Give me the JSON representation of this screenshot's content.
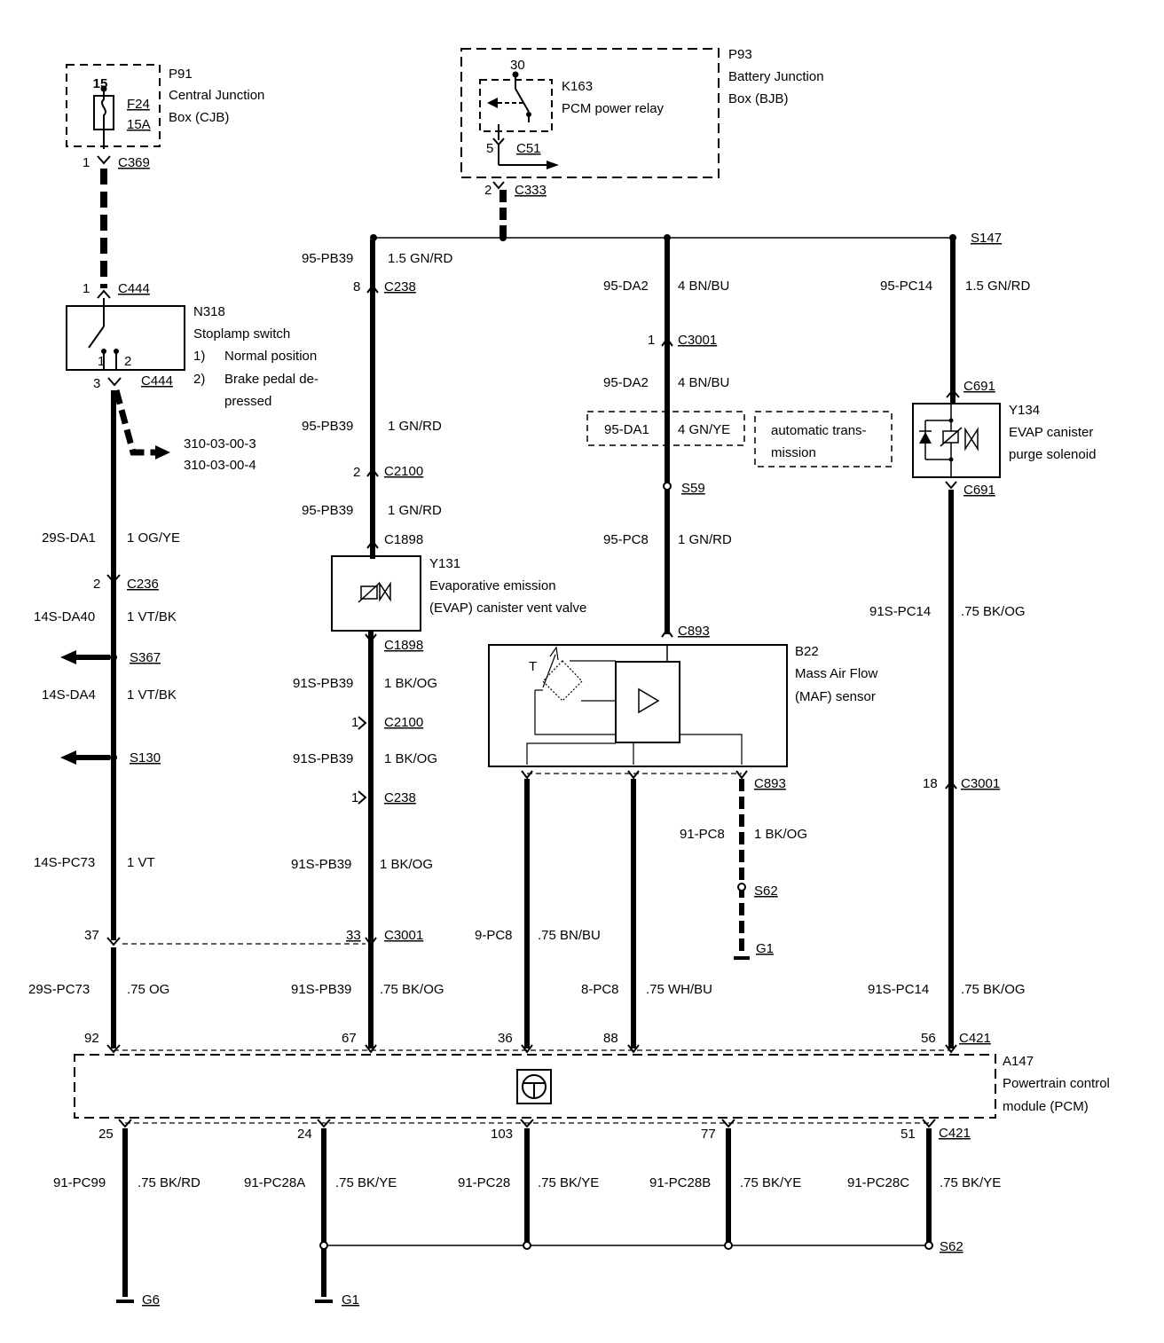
{
  "components": {
    "cjb": {
      "id": "P91",
      "name_line1": "Central Junction",
      "name_line2": "Box (CJB)",
      "pin": "15",
      "fuse_id": "F24",
      "fuse_rating": "15A",
      "conn_pin": "1",
      "conn": "C369"
    },
    "bjb": {
      "id": "P93",
      "name_line1": "Battery Junction",
      "name_line2": "Box (BJB)",
      "relay_pin_top": "30",
      "relay_id": "K163",
      "relay_name": "PCM power relay",
      "pin_c51": "5",
      "conn_c51": "C51",
      "conn_pin": "2",
      "conn": "C333"
    },
    "stoplamp": {
      "id": "N318",
      "name": "Stoplamp switch",
      "note1_num": "1)",
      "note1": "Normal position",
      "note2_num": "2)",
      "note2_line1": "Brake pedal de-",
      "note2_line2": "pressed",
      "pin_top": "1",
      "conn_top": "C444",
      "pin_a": "1",
      "pin_b": "2",
      "pin_bottom": "3",
      "conn_bottom": "C444"
    },
    "vent_valve": {
      "id": "Y131",
      "name_line1": "Evaporative emission",
      "name_line2": "(EVAP) canister vent valve",
      "conn_top": "C1898",
      "conn_bottom": "C1898"
    },
    "purge": {
      "id": "Y134",
      "name_line1": "EVAP canister",
      "name_line2": "purge solenoid",
      "conn_top": "C691",
      "conn_bottom": "C691"
    },
    "maf": {
      "id": "B22",
      "name_line1": "Mass Air Flow",
      "name_line2": "(MAF) sensor",
      "conn_top": "C893",
      "conn_bottom": "C893",
      "thermo_label": "T"
    },
    "pcm": {
      "id": "A147",
      "name_line1": "Powertrain control",
      "name_line2": "module (PCM)"
    }
  },
  "page_refs": [
    "310-03-00-3",
    "310-03-00-4"
  ],
  "auto_trans_note_line1": "automatic trans-",
  "auto_trans_note_line2": "mission",
  "splices": {
    "s147": "S147",
    "s59": "S59",
    "s62": "S62",
    "s367": "S367",
    "s130": "S130",
    "s62_bottom": "S62"
  },
  "grounds": {
    "g1_top": "G1",
    "g6": "G6",
    "g1_bottom": "G1"
  },
  "wires": {
    "w1_circuit": "29S-DA1",
    "w1_size": "1 OG/YE",
    "w1_pin": "2",
    "w1_conn": "C236",
    "w2_circuit": "14S-DA40",
    "w2_size": "1 VT/BK",
    "w3_circuit": "14S-DA4",
    "w3_size": "1 VT/BK",
    "w4_circuit": "14S-PC73",
    "w4_size": "1 VT",
    "w4_pin": "37",
    "w5_circuit": "29S-PC73",
    "w5_size": ".75 OG",
    "w5_pin": "92",
    "p1_circuit": "95-PB39",
    "p1_size": "1.5 GN/RD",
    "p1_pin": "8",
    "p1_conn": "C238",
    "p2_circuit": "95-PB39",
    "p2_size": "1 GN/RD",
    "p2_pin": "2",
    "p2_conn": "C2100",
    "p3_circuit": "95-PB39",
    "p3_size": "1 GN/RD",
    "p4_circuit": "91S-PB39",
    "p4_size": "1 BK/OG",
    "p4_pin": "1",
    "p4_conn": "C2100",
    "p5_circuit": "91S-PB39",
    "p5_size": "1 BK/OG",
    "p5_pin": "1",
    "p5_conn": "C238",
    "p6_circuit": "91S-PB39",
    "p6_size": "1 BK/OG",
    "p6_pin": "33",
    "p6_conn": "C3001",
    "p7_circuit": "91S-PB39",
    "p7_size": ".75 BK/OG",
    "p7_pin": "67",
    "d1_circuit": "95-DA2",
    "d1_size": "4 BN/BU",
    "d1_pin": "1",
    "d1_conn": "C3001",
    "d2_circuit": "95-DA2",
    "d2_size": "4 BN/BU",
    "d3_circuit": "95-DA1",
    "d3_size": "4 GN/YE",
    "d4_circuit": "95-PC8",
    "d4_size": "1 GN/RD",
    "m1_circuit": "9-PC8",
    "m1_size": ".75 BN/BU",
    "m1_pin": "36",
    "m2_circuit": "8-PC8",
    "m2_size": ".75 WH/BU",
    "m2_pin": "88",
    "m3_circuit": "91-PC8",
    "m3_size": "1 BK/OG",
    "r1_circuit": "95-PC14",
    "r1_size": "1.5 GN/RD",
    "r2_circuit": "91S-PC14",
    "r2_size": ".75 BK/OG",
    "r2_pin": "18",
    "r2_conn": "C3001",
    "r3_circuit": "91S-PC14",
    "r3_size": ".75 BK/OG",
    "r3_pin": "56",
    "r3_conn": "C421"
  },
  "pcm_outputs": [
    {
      "pin": "25",
      "circuit": "91-PC99",
      "size": ".75 BK/RD"
    },
    {
      "pin": "24",
      "circuit": "91-PC28A",
      "size": ".75 BK/YE"
    },
    {
      "pin": "103",
      "circuit": "91-PC28",
      "size": ".75 BK/YE"
    },
    {
      "pin": "77",
      "circuit": "91-PC28B",
      "size": ".75 BK/YE"
    },
    {
      "pin": "51",
      "circuit": "91-PC28C",
      "size": ".75 BK/YE",
      "conn": "C421"
    }
  ]
}
